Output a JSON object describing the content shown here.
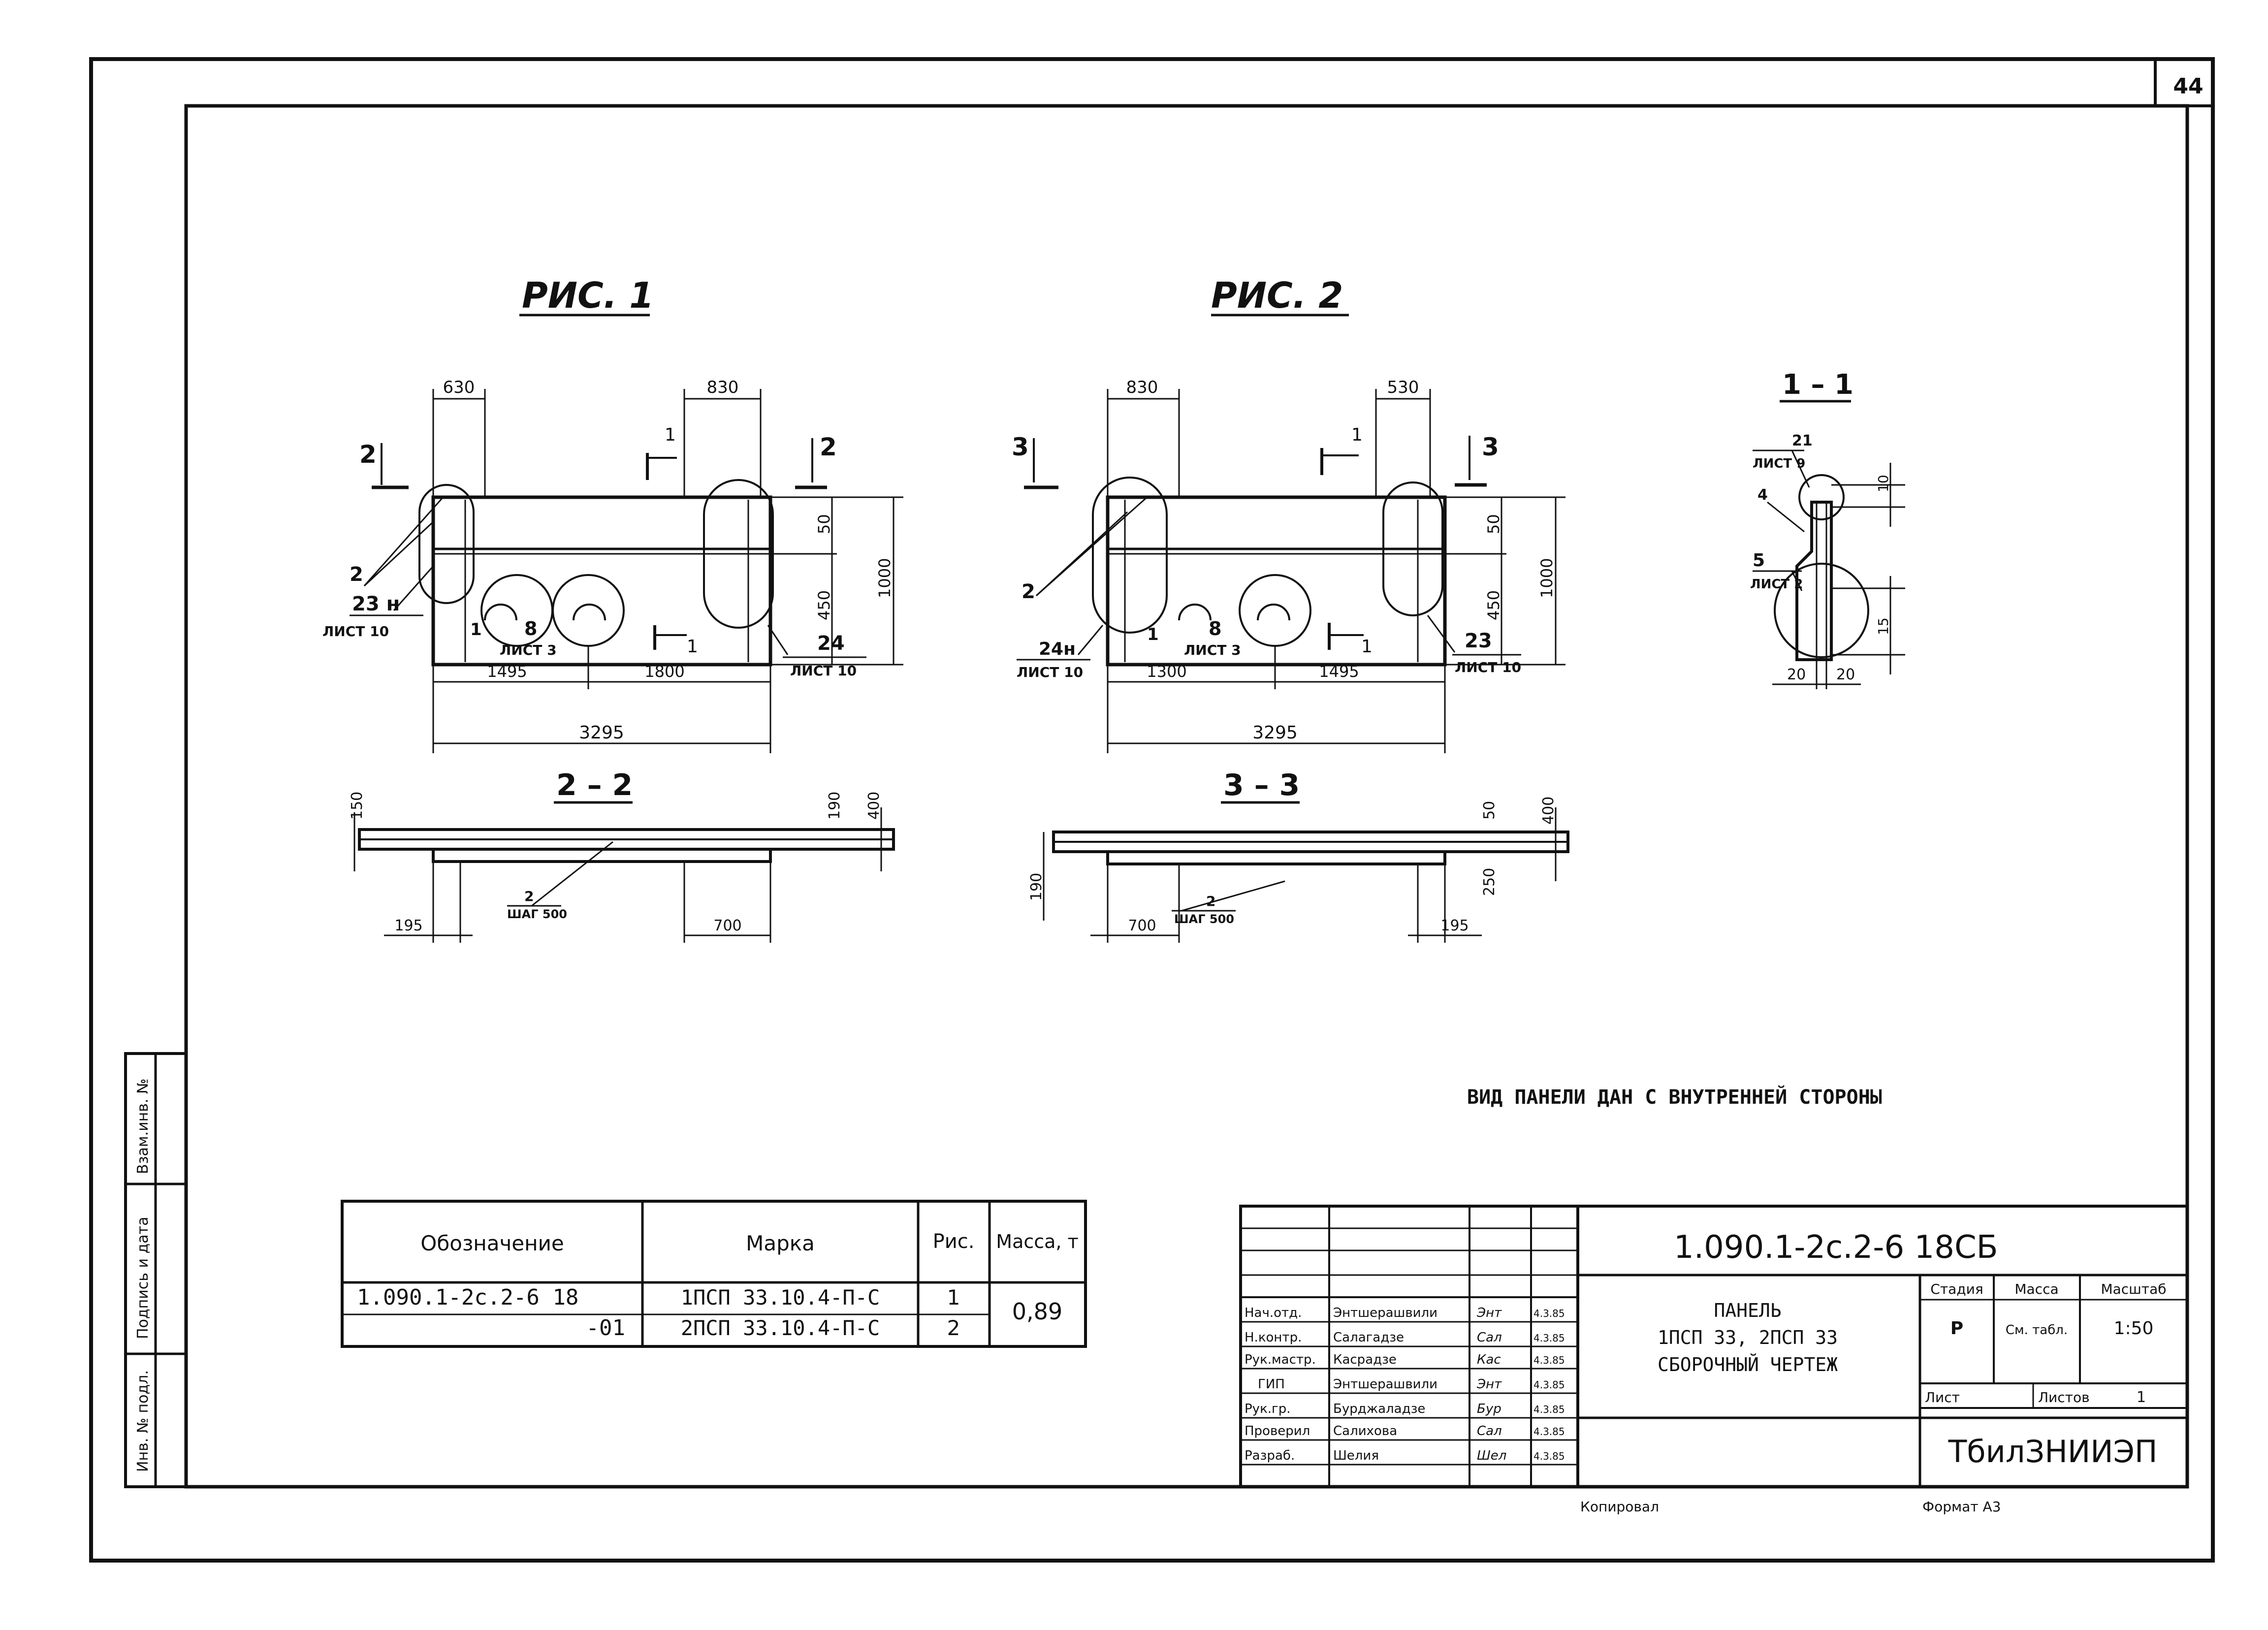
{
  "page_number": "44",
  "figures": {
    "fig1": {
      "title": "РИС. 1",
      "dims": {
        "top_left": "630",
        "top_right": "830",
        "h1": "50",
        "h2": "450",
        "total_h": "1000",
        "bottom_left": "1495",
        "bottom_right": "1800",
        "total": "3295"
      },
      "labels": {
        "cut_left": "2",
        "cut_right": "2",
        "cut_mid": "1",
        "pos2": "2",
        "pos23": "23 н",
        "sheet_left": "ЛИСТ 10",
        "pos1": "1",
        "pos8": "8",
        "sheet8": "ЛИСТ 3",
        "pos1b": "1",
        "pos24": "24",
        "sheet_right": "ЛИСТ 10"
      }
    },
    "fig2": {
      "title": "РИС. 2",
      "dims": {
        "top_left": "830",
        "top_right": "530",
        "h1": "50",
        "h2": "450",
        "total_h": "1000",
        "bottom_left": "1300",
        "bottom_right": "1495",
        "total": "3295"
      },
      "labels": {
        "cut_left": "3",
        "cut_right": "3",
        "cut_mid": "1",
        "pos2": "2",
        "pos24": "24н",
        "sheet_left": "ЛИСТ 10",
        "pos1": "1",
        "pos8": "8",
        "sheet8": "ЛИСТ 3",
        "pos1b": "1",
        "pos23": "23",
        "sheet_right": "ЛИСТ 10"
      }
    },
    "section11": {
      "title": "1 – 1",
      "labels": {
        "pos21": "21",
        "sheet21": "ЛИСТ 9",
        "pos4": "4",
        "pos5": "5",
        "sheet5": "ЛИСТ 2",
        "d10": "10",
        "d15": "15",
        "w20a": "20",
        "w20b": "20"
      }
    },
    "section22": {
      "title": "2 – 2",
      "dims": {
        "left_h": "150",
        "right_h": "190",
        "total_h": "400",
        "bottom_left": "195",
        "bottom_right": "700"
      },
      "labels": {
        "pos": "2",
        "step": "ШАГ 500"
      }
    },
    "section33": {
      "title": "3 – 3",
      "dims": {
        "left_h": "190",
        "right_h1": "50",
        "right_h2": "250",
        "total_h": "400",
        "bottom_left": "700",
        "bottom_right": "195"
      },
      "labels": {
        "pos": "2",
        "step": "ШАГ 500"
      }
    }
  },
  "note": "ВИД ПАНЕЛИ ДАН С ВНУТРЕННЕЙ СТОРОНЫ",
  "spec_table": {
    "headers": [
      "Обозначение",
      "Марка",
      "Рис.",
      "Масса, т"
    ],
    "rows": [
      {
        "designation": "1.090.1-2с.2-6 18",
        "mark": "1ПСП 33.10.4-П-С",
        "fig": "1",
        "mass": "0,89"
      },
      {
        "designation": "-01",
        "mark": "2ПСП 33.10.4-П-С",
        "fig": "2",
        "mass": ""
      }
    ]
  },
  "side_stamp": [
    "Инв. № подл.",
    "Подпись и дата",
    "Взам.инв. №"
  ],
  "title_block": {
    "code": "1.090.1-2с.2-6  18СБ",
    "name_lines": [
      "ПАНЕЛЬ",
      "1ПСП 33, 2ПСП 33",
      "СБОРОЧНЫЙ ЧЕРТЕЖ"
    ],
    "roles": [
      {
        "role": "Нач.отд.",
        "name": "Энтшерашвили",
        "sign": "Энт",
        "date": "4.3.85"
      },
      {
        "role": "Н.контр.",
        "name": "Салагадзе",
        "sign": "Сал",
        "date": "4.3.85"
      },
      {
        "role": "Рук.мастр.",
        "name": "Касрадзе",
        "sign": "Кас",
        "date": "4.3.85"
      },
      {
        "role": "ГИП",
        "name": "Энтшерашвили",
        "sign": "Энт",
        "date": "4.3.85"
      },
      {
        "role": "Рук.гр.",
        "name": "Бурджаладзе",
        "sign": "Бур",
        "date": "4.3.85"
      },
      {
        "role": "Проверил",
        "name": "Салихова",
        "sign": "Сал",
        "date": "4.3.85"
      },
      {
        "role": "Разраб.",
        "name": "Шелия",
        "sign": "Шел",
        "date": "4.3.85"
      }
    ],
    "stage_header": "Стадия",
    "mass_header": "Масса",
    "scale_header": "Масштаб",
    "stage": "Р",
    "mass": "См. табл.",
    "scale": "1:50",
    "sheet_label": "Лист",
    "sheets_label": "Листов",
    "sheets_count": "1",
    "org": "ТбилЗНИИЭП"
  },
  "footer": {
    "copied": "Копировал",
    "format": "Формат А3"
  }
}
